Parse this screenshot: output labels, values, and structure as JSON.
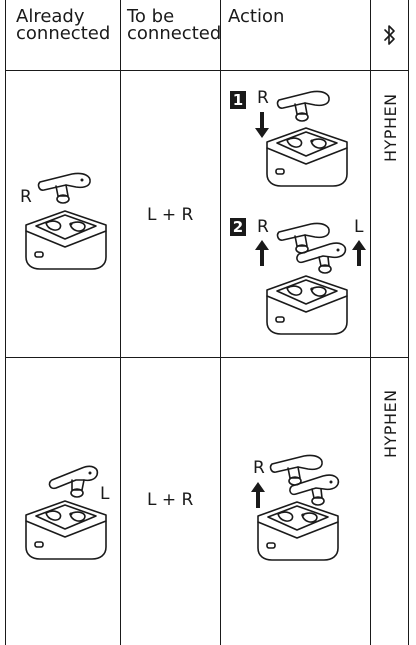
{
  "headers": {
    "col1": [
      "Already",
      "connected"
    ],
    "col2": [
      "To be",
      "connected"
    ],
    "col3": "Action"
  },
  "rows": [
    {
      "already_label": "R",
      "to_connect": "L + R",
      "steps": [
        {
          "number": "1",
          "labels": [
            "R"
          ]
        },
        {
          "number": "2",
          "labels": [
            "R",
            "L"
          ]
        }
      ],
      "status": "HYPHEN"
    },
    {
      "already_label": "L",
      "to_connect": "L + R",
      "action_label": "R",
      "status": "HYPHEN"
    }
  ],
  "icons": {
    "header_col4": "bluetooth-icon"
  }
}
